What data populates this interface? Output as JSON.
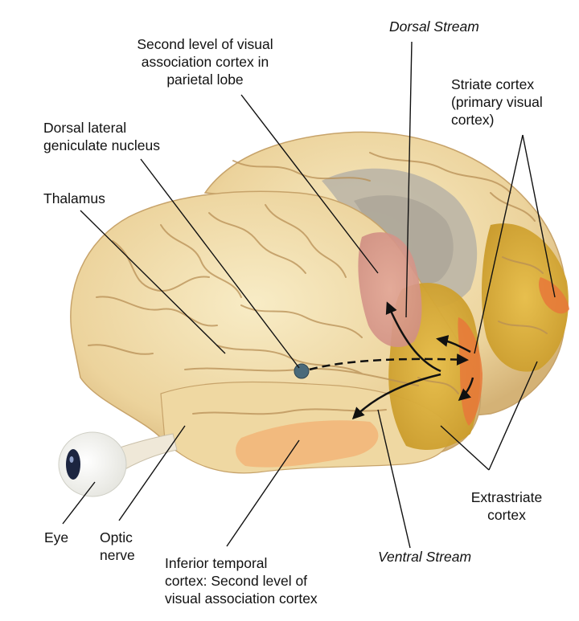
{
  "labels": {
    "dorsal_stream": "Dorsal Stream",
    "parietal": [
      "Second level of visual",
      "association cortex in",
      "parietal lobe"
    ],
    "striate": [
      "Striate cortex",
      "(primary visual",
      "cortex)"
    ],
    "dorsal_lgn": [
      "Dorsal lateral",
      "geniculate nucleus"
    ],
    "thalamus": "Thalamus",
    "eye": "Eye",
    "optic_nerve": [
      "Optic",
      "nerve"
    ],
    "inferior_temporal": [
      "Inferior temporal",
      "cortex: Second level of",
      "visual association cortex"
    ],
    "ventral_stream": "Ventral Stream",
    "extrastriate": [
      "Extrastriate",
      "cortex"
    ]
  },
  "colors": {
    "brain_base": "#f0dca8",
    "brain_shade": "#d6b77c",
    "gyrus_line": "#b88f55",
    "medial_gray": "#b9b3a6",
    "parietal_association": "#d99a8c",
    "extrastriate": "#d9b03a",
    "striate": "#e8783a",
    "inferior_temporal": "#f2b77a",
    "lgn": "#4a6a7a",
    "pointer_line": "#111111"
  }
}
